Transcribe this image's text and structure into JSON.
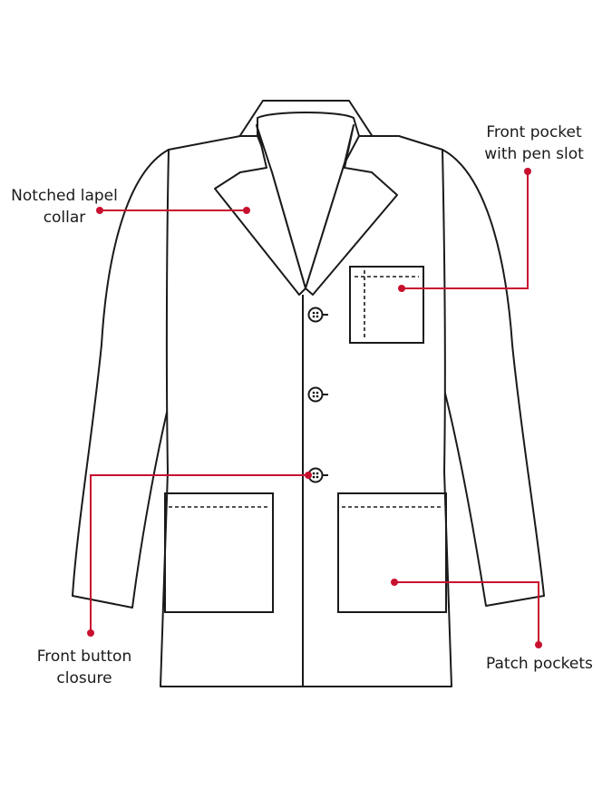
{
  "colors": {
    "outline": "#1a1a1a",
    "callout": "#c8102e",
    "background": "#ffffff"
  },
  "callouts": {
    "notched_lapel": {
      "line1": "Notched lapel",
      "line2": "collar"
    },
    "front_pocket": {
      "line1": "Front pocket",
      "line2": "with pen slot"
    },
    "button_closure": {
      "line1": "Front button",
      "line2": "closure"
    },
    "patch_pockets": {
      "line1": "Patch pockets"
    }
  },
  "buttons": {
    "count": 3
  }
}
